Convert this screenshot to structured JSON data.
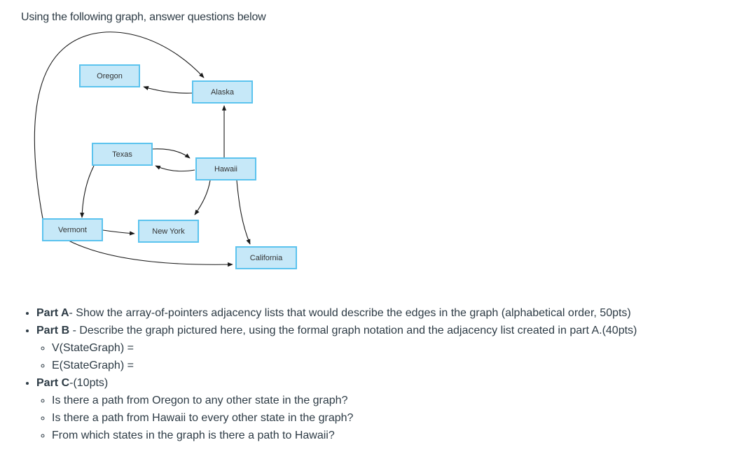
{
  "intro": "Using the following graph, answer questions below",
  "graph": {
    "nodes": {
      "oregon": "Oregon",
      "alaska": "Alaska",
      "texas": "Texas",
      "hawaii": "Hawaii",
      "vermont": "Vermont",
      "new_york": "New York",
      "california": "California"
    },
    "edges": [
      [
        "Alaska",
        "Oregon"
      ],
      [
        "Hawaii",
        "Alaska"
      ],
      [
        "Hawaii",
        "Texas"
      ],
      [
        "Texas",
        "Hawaii"
      ],
      [
        "Hawaii",
        "New York"
      ],
      [
        "Hawaii",
        "California"
      ],
      [
        "Texas",
        "Vermont"
      ],
      [
        "Vermont",
        "New York"
      ],
      [
        "Vermont",
        "Alaska"
      ],
      [
        "Vermont",
        "California"
      ]
    ]
  },
  "parts": {
    "a_label": "Part A",
    "a_text": "- Show the array-of-pointers adjacency lists that would describe the edges in the graph (alphabetical order, 50pts)",
    "b_label": "Part B",
    "b_text": " - Describe the graph pictured here, using the formal graph notation and the adjacency list created in part A.(40pts)",
    "b_items": [
      "V(StateGraph) =",
      "E(StateGraph) ="
    ],
    "c_label": "Part C",
    "c_text": "-(10pts)",
    "c_items": [
      "Is there a path from Oregon to any other state in the graph?",
      "Is there a path from Hawaii to every other state in the graph?",
      "From which states in the graph is there a path to Hawaii?"
    ]
  }
}
